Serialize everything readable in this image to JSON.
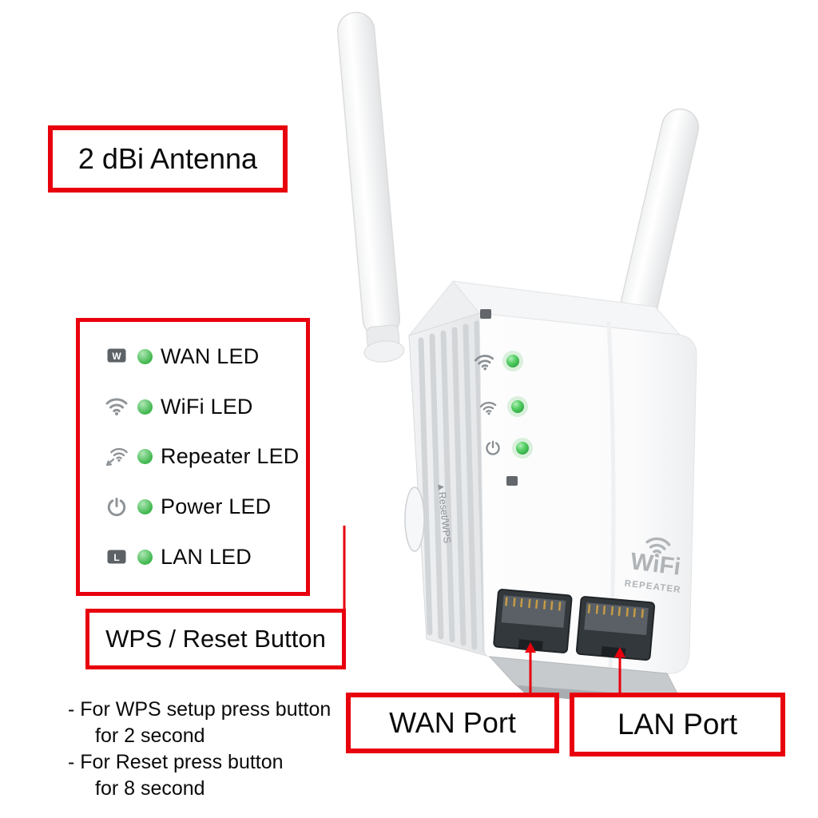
{
  "colors": {
    "annotation_red": "#e8000d",
    "led_green": "#3bb54a"
  },
  "labels": {
    "antenna": "2 dBi Antenna",
    "wps_reset": "WPS / Reset Button",
    "wan_port": "WAN Port",
    "lan_port": "LAN Port"
  },
  "led_legend": [
    {
      "icon": "wan-monitor-icon",
      "glyph": "W",
      "label": "WAN LED"
    },
    {
      "icon": "wifi-icon",
      "label": "WiFi LED"
    },
    {
      "icon": "repeater-wifi-icon",
      "label": "Repeater LED"
    },
    {
      "icon": "power-icon",
      "label": "Power LED"
    },
    {
      "icon": "lan-monitor-icon",
      "glyph": "L",
      "label": "LAN LED"
    }
  ],
  "notes": [
    "- For WPS setup press button",
    "for 2 second",
    "- For Reset  press button",
    "for 8 second"
  ],
  "device": {
    "logo_line1": "WiFi",
    "logo_line2": "REPEATER",
    "side_button_label": "▲Reset/WPS"
  }
}
